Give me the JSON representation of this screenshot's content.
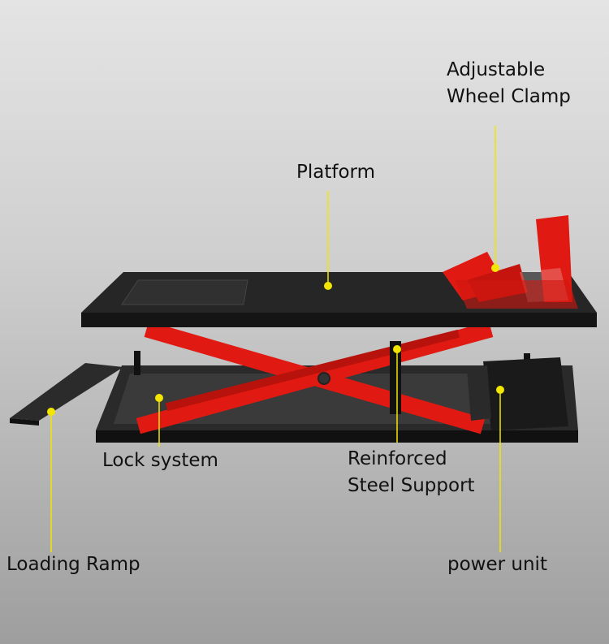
{
  "callouts": {
    "wheel_clamp": {
      "line1": "Adjustable",
      "line2": "Wheel Clamp"
    },
    "platform": "Platform",
    "lock_system": "Lock system",
    "steel_support": {
      "line1": "Reinforced",
      "line2": "Steel Support"
    },
    "loading_ramp": "Loading Ramp",
    "power_unit": "power unit"
  },
  "colors": {
    "accent": "#f2e600",
    "lift_red": "#e01a12",
    "steel_black": "#1c1c1c"
  }
}
